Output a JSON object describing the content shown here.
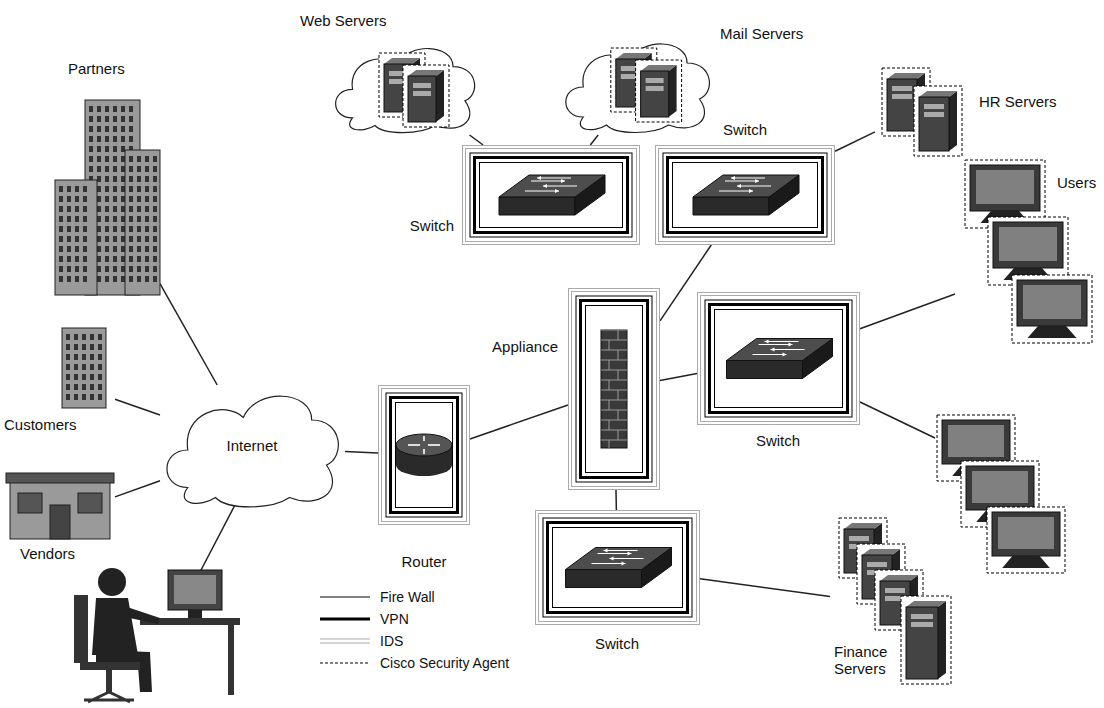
{
  "diagram": {
    "nodes": [
      {
        "text": [
          "Partners"
        ]
      },
      {
        "text": [
          "Web Servers"
        ]
      },
      {
        "text": [
          "Mail Servers"
        ]
      },
      {
        "text": [
          "Switch"
        ]
      },
      {
        "text": [
          "Switch"
        ]
      },
      {
        "text": [
          "HR Servers"
        ]
      },
      {
        "text": [
          "Users"
        ]
      },
      {
        "text": [
          "Appliance"
        ]
      },
      {
        "text": [
          "Customers"
        ]
      },
      {
        "text": [
          "Internet"
        ]
      },
      {
        "text": [
          "Router"
        ]
      },
      {
        "text": [
          "Switch"
        ]
      },
      {
        "text": [
          "Vendors"
        ]
      },
      {
        "text": [
          "Switch"
        ]
      },
      {
        "text": [
          "Finance Servers"
        ]
      }
    ],
    "edges": [
      {
        "from": 0,
        "to": 9,
        "arrow": "none"
      },
      {
        "from": 8,
        "to": 9,
        "arrow": "none"
      },
      {
        "from": 12,
        "to": 9,
        "arrow": "none"
      },
      {
        "from": 9,
        "to": 10,
        "arrow": "none"
      },
      {
        "from": 10,
        "to": 7,
        "arrow": "none"
      },
      {
        "from": 7,
        "to": 11,
        "arrow": "none"
      },
      {
        "from": 7,
        "to": 4,
        "arrow": "none"
      },
      {
        "from": 7,
        "to": 13,
        "arrow": "none"
      },
      {
        "from": 3,
        "to": 1,
        "arrow": "none"
      },
      {
        "from": 3,
        "to": 2,
        "arrow": "none"
      },
      {
        "from": 4,
        "to": 5,
        "arrow": "none"
      },
      {
        "from": 11,
        "to": 6,
        "arrow": "none"
      },
      {
        "from": 13,
        "to": 14,
        "arrow": "none"
      }
    ],
    "legend": [
      {
        "text": "Fire Wall"
      },
      {
        "text": "VPN"
      },
      {
        "text": "IDS"
      },
      {
        "text": "Cisco Security Agent"
      }
    ]
  }
}
